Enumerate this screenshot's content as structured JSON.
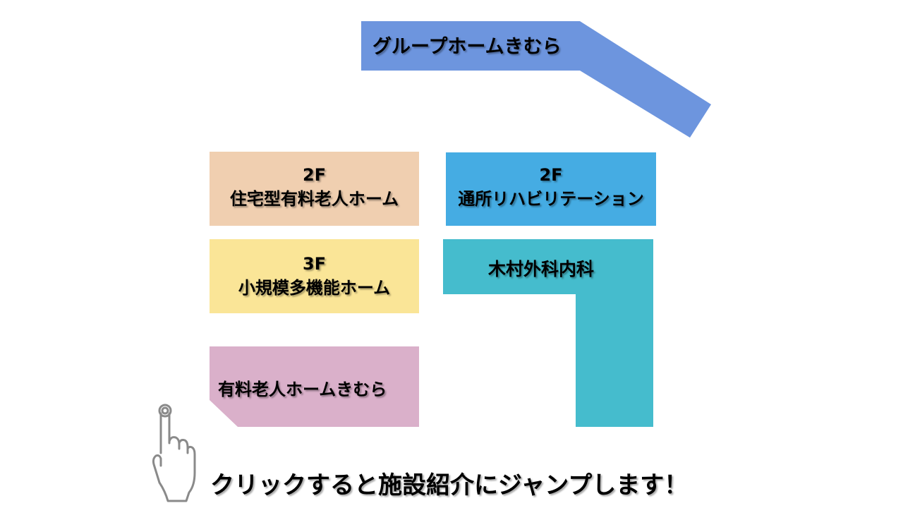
{
  "facilities": {
    "group_home": {
      "label": "グループホームきむら",
      "color": "#6d95de"
    },
    "home_2f": {
      "floor": "2F",
      "name": "住宅型有料老人ホーム",
      "color": "#f0cfb0"
    },
    "rehab_2f": {
      "floor": "2F",
      "name": "通所リハビリテーション",
      "color": "#45ace3"
    },
    "home_3f": {
      "floor": "3F",
      "name": "小規模多機能ホーム",
      "color": "#fae597"
    },
    "clinic": {
      "label": "木村外科内科",
      "color": "#45bccd"
    },
    "paid_home": {
      "label": "有料老人ホームきむら",
      "color": "#dab0ca"
    }
  },
  "instruction": {
    "icon": "pointing-hand-icon",
    "text": "クリックすると施設紹介にジャンプします！"
  }
}
